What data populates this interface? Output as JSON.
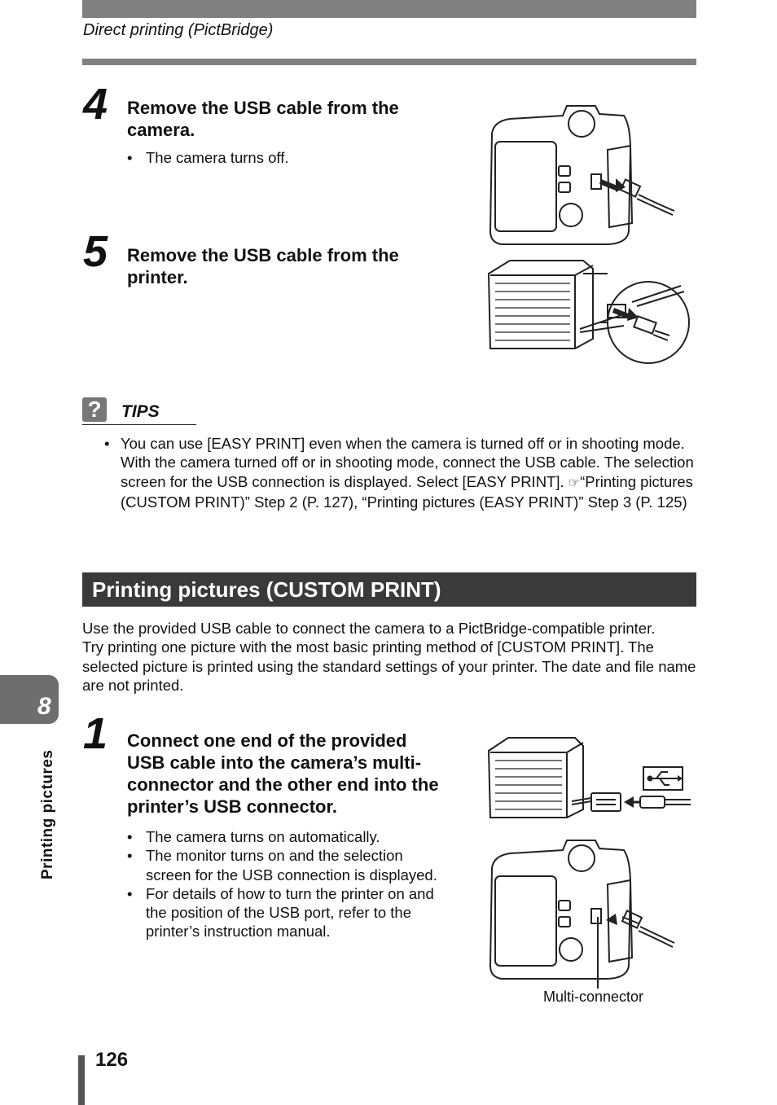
{
  "header": {
    "title": "Direct printing (PictBridge)"
  },
  "steps_top": [
    {
      "num": "4",
      "title": "Remove the USB cable from the camera.",
      "bullets": [
        "The camera turns off."
      ]
    },
    {
      "num": "5",
      "title": "Remove the USB cable from the printer.",
      "bullets": []
    }
  ],
  "tips": {
    "label": "TIPS",
    "items": [
      {
        "text_before": "You can use [EASY PRINT] even when the camera is turned off or in shooting mode. With the camera turned off or in shooting mode, connect the USB cable. The selection screen for the USB connection is displayed. Select [EASY PRINT]. ",
        "ref_icon": "reference-hand-icon",
        "text_after": "“Printing pictures (CUSTOM PRINT)” Step 2 (P. 127), “Printing pictures (EASY PRINT)” Step 3 (P. 125)"
      }
    ]
  },
  "section": {
    "title": "Printing pictures (CUSTOM PRINT)",
    "intro": "Use the provided USB cable to connect the camera to a PictBridge-compatible printer.\nTry printing one picture with the most basic printing method of [CUSTOM PRINT]. The selected picture is printed using the standard settings of your printer. The date and file name are not printed."
  },
  "step1": {
    "num": "1",
    "title": "Connect one end of the provided USB cable into the camera’s multi-connector and the other end into the printer’s USB connector.",
    "bullets": [
      "The camera turns on automatically.",
      "The monitor turns on and the selection screen for the USB connection is displayed.",
      "For details of how to turn the printer on and the position of the USB port, refer to the printer’s instruction manual."
    ],
    "caption": "Multi-connector"
  },
  "side_tab": {
    "number": "8",
    "label": "Printing pictures"
  },
  "page_number": "126"
}
